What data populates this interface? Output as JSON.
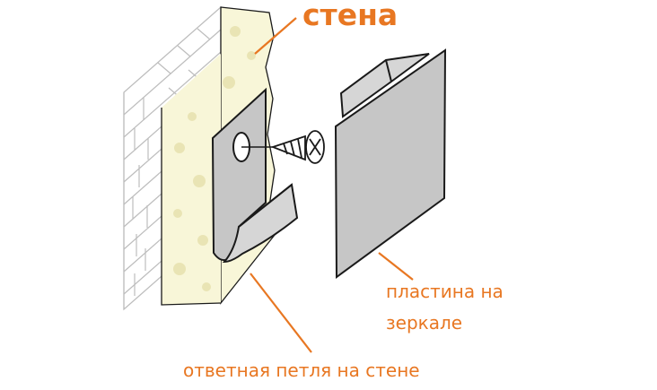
{
  "labels": {
    "wall": "стена",
    "plate": "пластина на\nзеркале",
    "hook": "ответная петля на стене"
  },
  "colors": {
    "label_text": "#e87722",
    "leader_line": "#e87722",
    "outline": "#1a1a1a",
    "brick_lines": "#bdbdbd",
    "plaster_fill": "#f8f6d8",
    "plaster_spots": "#e9e4b4",
    "bracket_fill": "#c6c6c6"
  }
}
